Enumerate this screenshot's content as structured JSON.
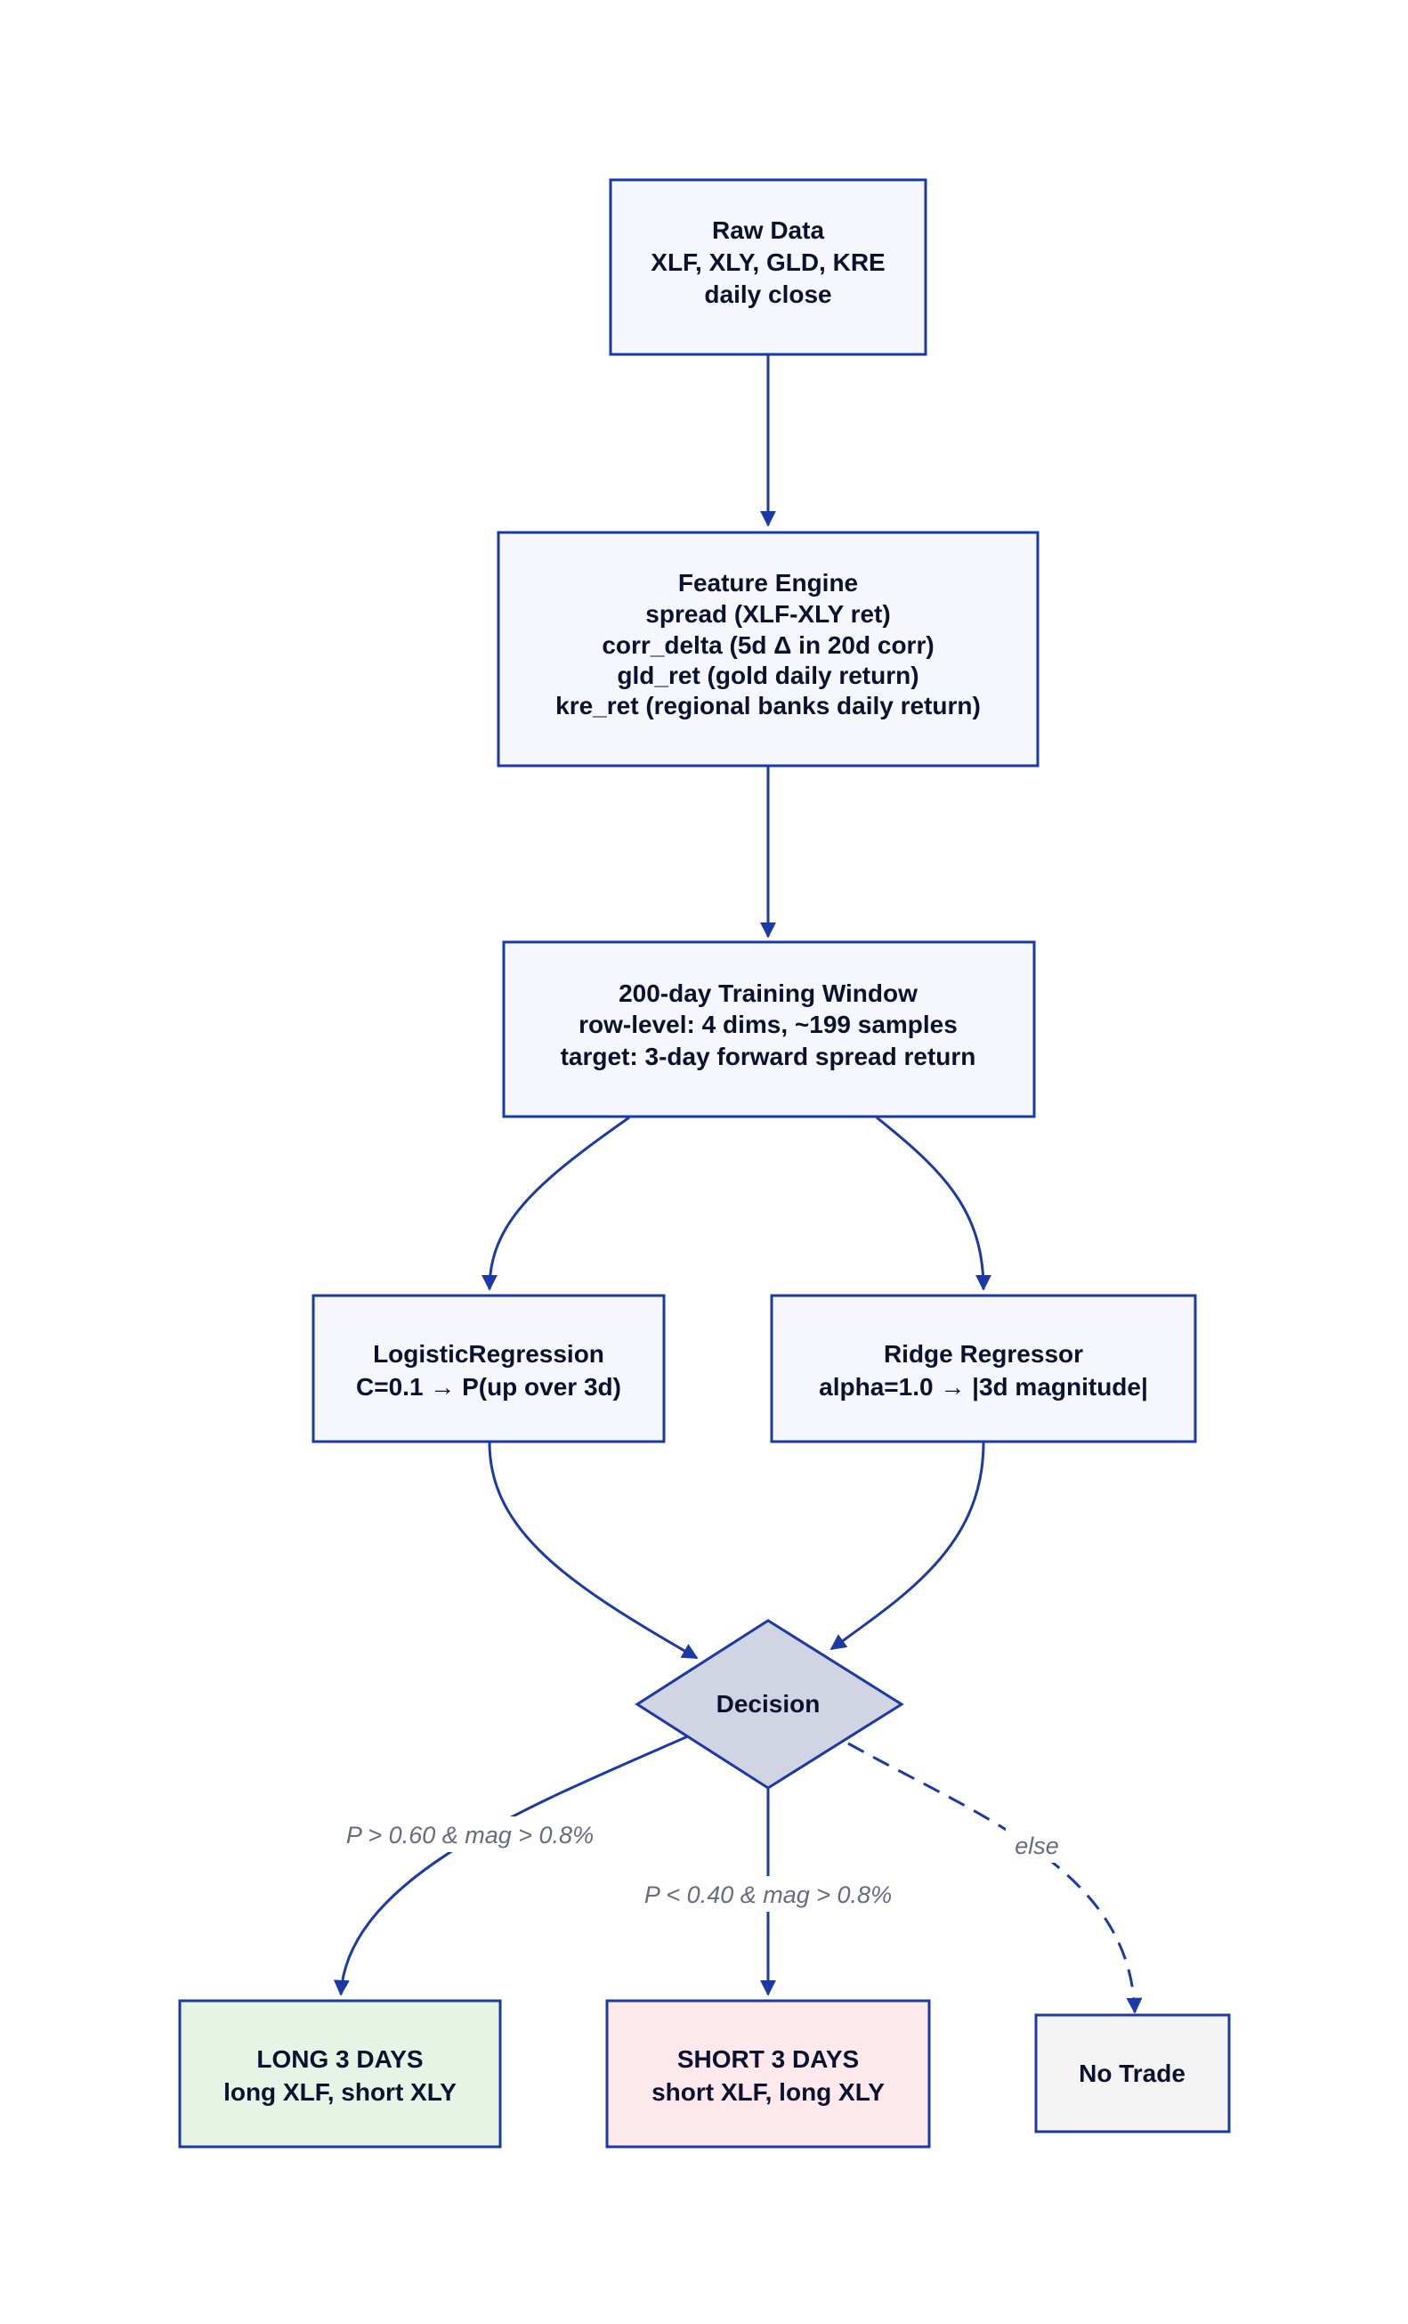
{
  "colors": {
    "stroke": "#1b3aa6",
    "node_fill": "#f5f7fd",
    "decision_fill": "#d1d4e2",
    "long_fill": "#e6f4e6",
    "short_fill": "#fde8ec",
    "no_trade_fill": "#f4f4f4",
    "text": "#0b1230",
    "edge_label": "#666c80"
  },
  "nodes": {
    "raw_data": {
      "lines": [
        "Raw Data",
        "XLF, XLY, GLD, KRE",
        "daily close"
      ]
    },
    "feature_engine": {
      "lines": [
        "Feature Engine",
        "spread (XLF-XLY ret)",
        "corr_delta (5d Δ in 20d corr)",
        "gld_ret (gold daily return)",
        "kre_ret (regional banks daily return)"
      ]
    },
    "training_window": {
      "lines": [
        "200-day Training Window",
        "row-level: 4 dims, ~199 samples",
        "target: 3-day forward spread return"
      ]
    },
    "logistic": {
      "lines": [
        "LogisticRegression",
        "C=0.1 → P(up over 3d)"
      ]
    },
    "ridge": {
      "lines": [
        "Ridge Regressor",
        "alpha=1.0 → |3d magnitude|"
      ]
    },
    "decision": {
      "lines": [
        "Decision"
      ]
    },
    "long": {
      "lines": [
        "LONG 3 DAYS",
        "long XLF, short XLY"
      ]
    },
    "short": {
      "lines": [
        "SHORT 3 DAYS",
        "short XLF, long XLY"
      ]
    },
    "no_trade": {
      "lines": [
        "No Trade"
      ]
    }
  },
  "edge_labels": {
    "long": "P > 0.60 & mag > 0.8%",
    "short": "P < 0.40 & mag > 0.8%",
    "else": "else"
  }
}
